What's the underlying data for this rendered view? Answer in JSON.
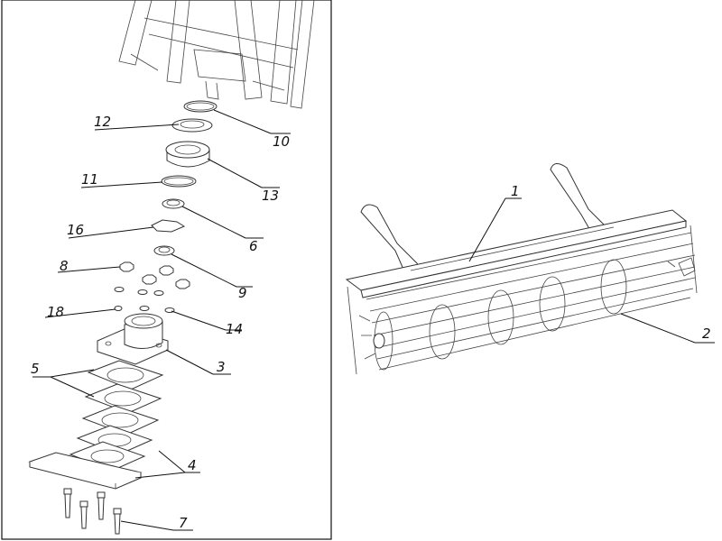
{
  "exploded_view": {
    "callouts": [
      {
        "id": "c12",
        "text": "12"
      },
      {
        "id": "c10",
        "text": "10"
      },
      {
        "id": "c13",
        "text": "13"
      },
      {
        "id": "c11",
        "text": "11"
      },
      {
        "id": "c6",
        "text": "6"
      },
      {
        "id": "c16",
        "text": "16"
      },
      {
        "id": "c9",
        "text": "9"
      },
      {
        "id": "c8",
        "text": "8"
      },
      {
        "id": "c18",
        "text": "18"
      },
      {
        "id": "c14",
        "text": "14"
      },
      {
        "id": "c3",
        "text": "3"
      },
      {
        "id": "c5",
        "text": "5"
      },
      {
        "id": "c4",
        "text": "4"
      },
      {
        "id": "c7",
        "text": "7"
      }
    ]
  },
  "assembly_view": {
    "callouts": [
      {
        "id": "a1",
        "text": "1"
      },
      {
        "id": "a2",
        "text": "2"
      }
    ]
  }
}
